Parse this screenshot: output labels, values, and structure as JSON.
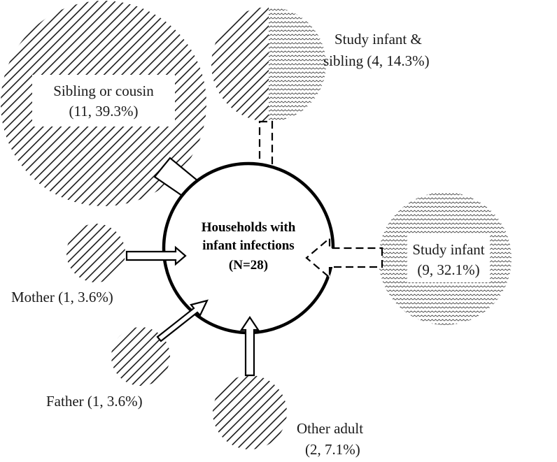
{
  "center": {
    "line1": "Households with",
    "line2": "infant infections",
    "line3": "(N=28)"
  },
  "sources": {
    "sibling_or_cousin": {
      "line1": "Sibling or cousin",
      "line2": "(11, 39.3%)"
    },
    "study_infant_and_sibling": {
      "line1": "Study infant &",
      "line2": "sibling (4, 14.3%)"
    },
    "study_infant": {
      "line1": "Study infant",
      "line2": "(9, 32.1%)"
    },
    "mother": {
      "line1": "Mother (1, 3.6%)"
    },
    "father": {
      "line1": "Father (1, 3.6%)"
    },
    "other_adult": {
      "line1": "Other adult",
      "line2": "(2, 7.1%)"
    }
  },
  "colors": {
    "stroke": "#000000",
    "hatch": "#1a1a1a",
    "wave": "#444444",
    "background": "#ffffff"
  }
}
